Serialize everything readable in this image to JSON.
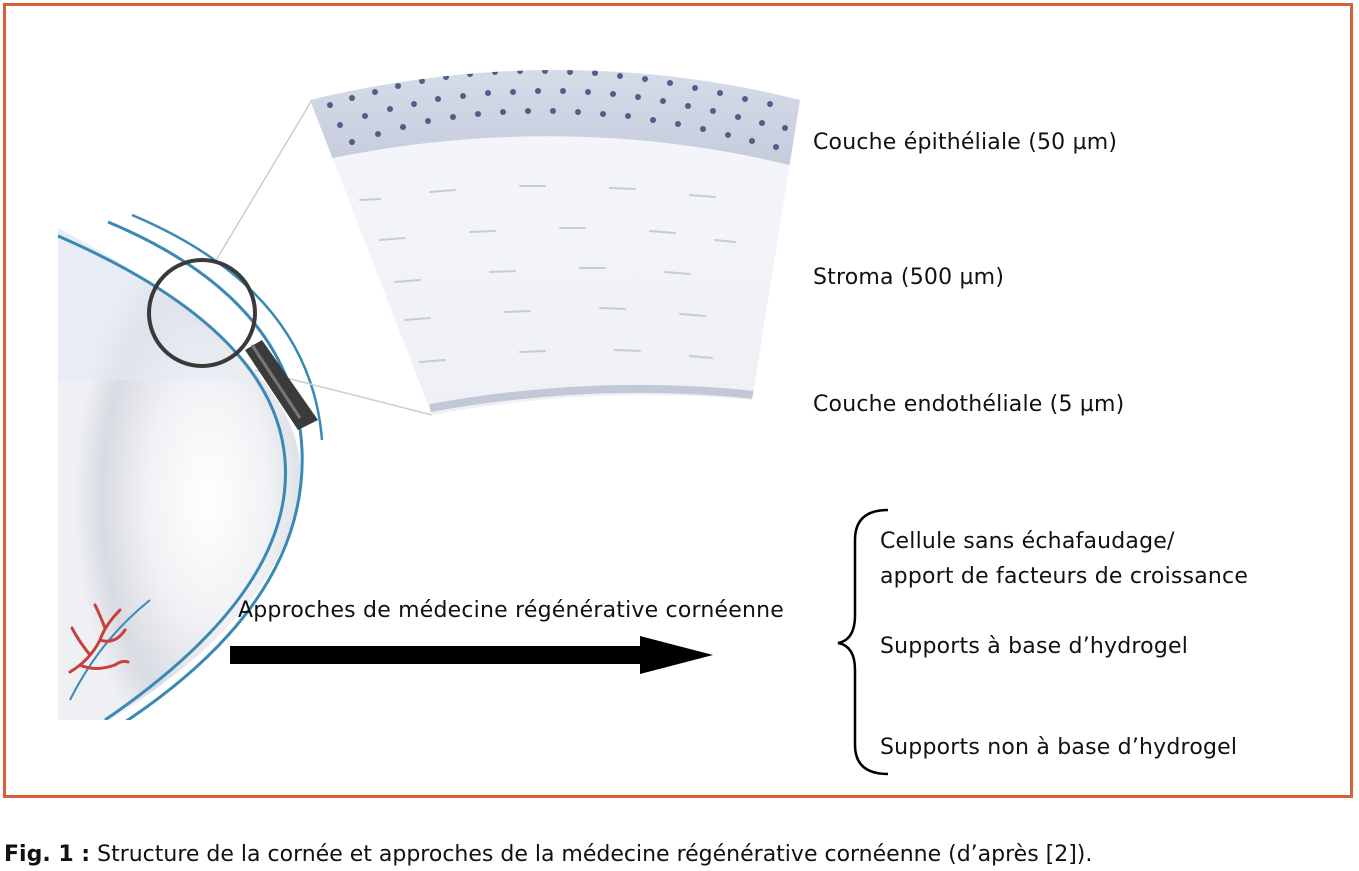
{
  "layers": {
    "epithelial": "Couche épithéliale (50 µm)",
    "stroma": "Stroma (500 µm)",
    "endothelial": "Couche endothéliale (5 µm)"
  },
  "arrow_label": "Approches de médecine régénérative cornéenne",
  "approaches": {
    "line1a": "Cellule sans échafaudage/",
    "line1b": "apport de facteurs de croissance",
    "line2": "Supports à base d’hydrogel",
    "line3": "Supports non à base d’hydrogel"
  },
  "caption": {
    "prefix": "Fig. 1 :",
    "text": " Structure de la cornée et approches de la médecine régénérative cornéenne (d’après [2])."
  },
  "colors": {
    "frame": "#d5623a",
    "cornea_blue": "#3a88b5",
    "vessel_red": "#c8403a"
  }
}
